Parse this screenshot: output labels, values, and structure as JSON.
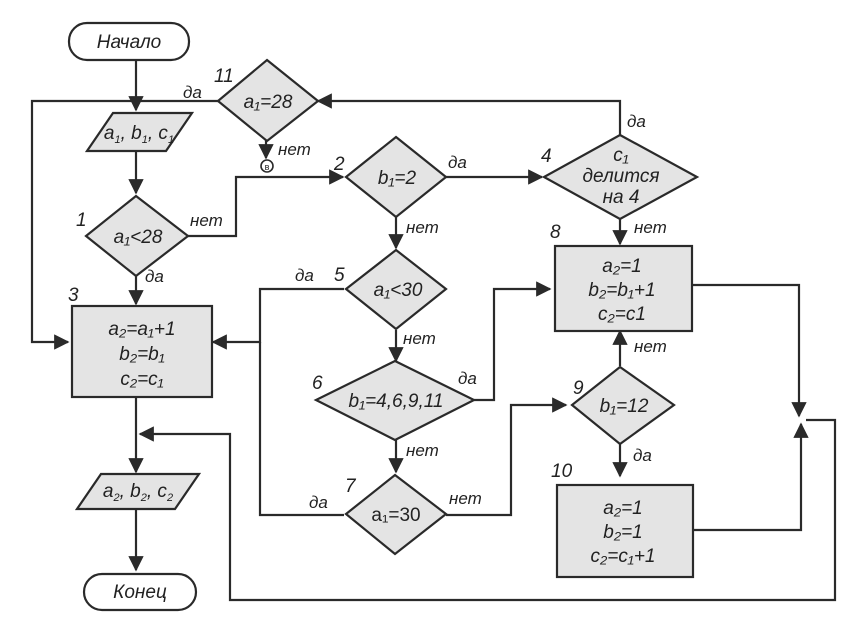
{
  "diagram": {
    "type": "flowchart",
    "language": "ru",
    "start": {
      "label": "Начало"
    },
    "end": {
      "label": "Конец"
    },
    "input": {
      "vars": [
        "a",
        "b",
        "c"
      ],
      "subscript": "1"
    },
    "output": {
      "vars": [
        "a",
        "b",
        "c"
      ],
      "subscript": "2"
    },
    "connector": {
      "label": "в"
    },
    "nodes": [
      {
        "id": "1",
        "type": "decision",
        "text": "a₁<28",
        "yes": "3",
        "no": "2"
      },
      {
        "id": "2",
        "type": "decision",
        "text": "b₁=2",
        "yes": "4",
        "no": "5"
      },
      {
        "id": "3",
        "type": "process",
        "lines": [
          "a₂=a₁+1",
          "b₂=b₁",
          "c₂=c₁"
        ]
      },
      {
        "id": "4",
        "type": "decision",
        "lines": [
          "c₁",
          "делится",
          "на 4"
        ],
        "yes": "11",
        "no": "8"
      },
      {
        "id": "5",
        "type": "decision",
        "text": "a₁<30",
        "yes": "3",
        "no": "6"
      },
      {
        "id": "6",
        "type": "decision",
        "text": "b₁=4,6,9,11",
        "yes": "8",
        "no": "7"
      },
      {
        "id": "7",
        "type": "decision",
        "text": "a₁=30",
        "yes": "3",
        "no": "9"
      },
      {
        "id": "8",
        "type": "process",
        "lines": [
          "a₂=1",
          "b₂=b₁+1",
          "c₂=c1"
        ]
      },
      {
        "id": "9",
        "type": "decision",
        "text": "b₁=12",
        "yes": "10",
        "no": "8"
      },
      {
        "id": "10",
        "type": "process",
        "lines": [
          "a₂=1",
          "b₂=1",
          "c₂=c₁+1"
        ]
      },
      {
        "id": "11",
        "type": "decision",
        "text": "a₁=28",
        "yes": "3",
        "no": "connector-в"
      }
    ],
    "labels": {
      "yes": "да",
      "no": "нет"
    }
  }
}
